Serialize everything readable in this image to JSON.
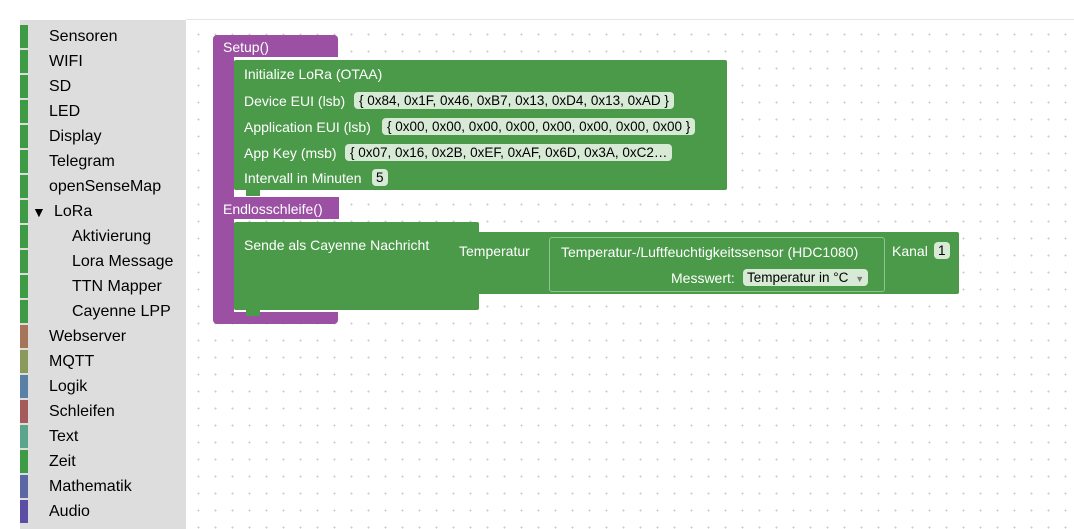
{
  "colors": {
    "setup_block": "#9b50a3",
    "lora_block": "#4b9a49",
    "toolbox_bg": "#dddddd",
    "field_bg": "#d6ead5"
  },
  "toolbox": {
    "categories": [
      {
        "label": "Sensoren",
        "color": "#3f9a45",
        "indent": 0
      },
      {
        "label": "WIFI",
        "color": "#3f9a45",
        "indent": 0
      },
      {
        "label": "SD",
        "color": "#3f9a45",
        "indent": 0
      },
      {
        "label": "LED",
        "color": "#3f9a45",
        "indent": 0
      },
      {
        "label": "Display",
        "color": "#3f9a45",
        "indent": 0
      },
      {
        "label": "Telegram",
        "color": "#3f9a45",
        "indent": 0
      },
      {
        "label": "openSenseMap",
        "color": "#3f9a45",
        "indent": 0
      },
      {
        "label": "LoRa",
        "color": "#3f9a45",
        "indent": 0,
        "expanded": true,
        "arrow": "▼"
      },
      {
        "label": "Aktivierung",
        "color": "#3f9a45",
        "indent": 1
      },
      {
        "label": "Lora Message",
        "color": "#3f9a45",
        "indent": 1
      },
      {
        "label": "TTN Mapper",
        "color": "#3f9a45",
        "indent": 1
      },
      {
        "label": "Cayenne LPP",
        "color": "#3f9a45",
        "indent": 1
      },
      {
        "label": "Webserver",
        "color": "#a5745b",
        "indent": 0
      },
      {
        "label": "MQTT",
        "color": "#8a9a5b",
        "indent": 0
      },
      {
        "label": "Logik",
        "color": "#5b80a5",
        "indent": 0
      },
      {
        "label": "Schleifen",
        "color": "#a55b5b",
        "indent": 0
      },
      {
        "label": "Text",
        "color": "#5ba58c",
        "indent": 0
      },
      {
        "label": "Zeit",
        "color": "#3f9a45",
        "indent": 0
      },
      {
        "label": "Mathematik",
        "color": "#5b67a5",
        "indent": 0
      },
      {
        "label": "Audio",
        "color": "#5b4fa5",
        "indent": 0
      }
    ]
  },
  "workspace": {
    "setup": {
      "label": "Setup()",
      "lora_init": {
        "title": "Initialize LoRa (OTAA)",
        "device_eui_label": "Device EUI (lsb)",
        "device_eui_value": "{ 0x84, 0x1F, 0x46, 0xB7, 0x13, 0xD4, 0x13, 0xAD }",
        "app_eui_label": "Application EUI (lsb)",
        "app_eui_value": "{ 0x00, 0x00, 0x00, 0x00, 0x00, 0x00, 0x00, 0x00 }",
        "app_key_label": "App Key (msb)",
        "app_key_value": "{ 0x07, 0x16, 0x2B, 0xEF, 0xAF, 0x6D, 0x3A, 0xC2…",
        "interval_label": "Intervall in Minuten",
        "interval_value": "5"
      }
    },
    "loop": {
      "label": "Endlosschleife()",
      "cayenne": {
        "title": "Sende als Cayenne Nachricht",
        "temp_label": "Temperatur",
        "sensor_label": "Temperatur-/Luftfeuchtigkeitssensor (HDC1080)",
        "messwert_label": "Messwert:",
        "messwert_value": "Temperatur in °C",
        "kanal_label": "Kanal",
        "kanal_value": "1"
      }
    }
  }
}
